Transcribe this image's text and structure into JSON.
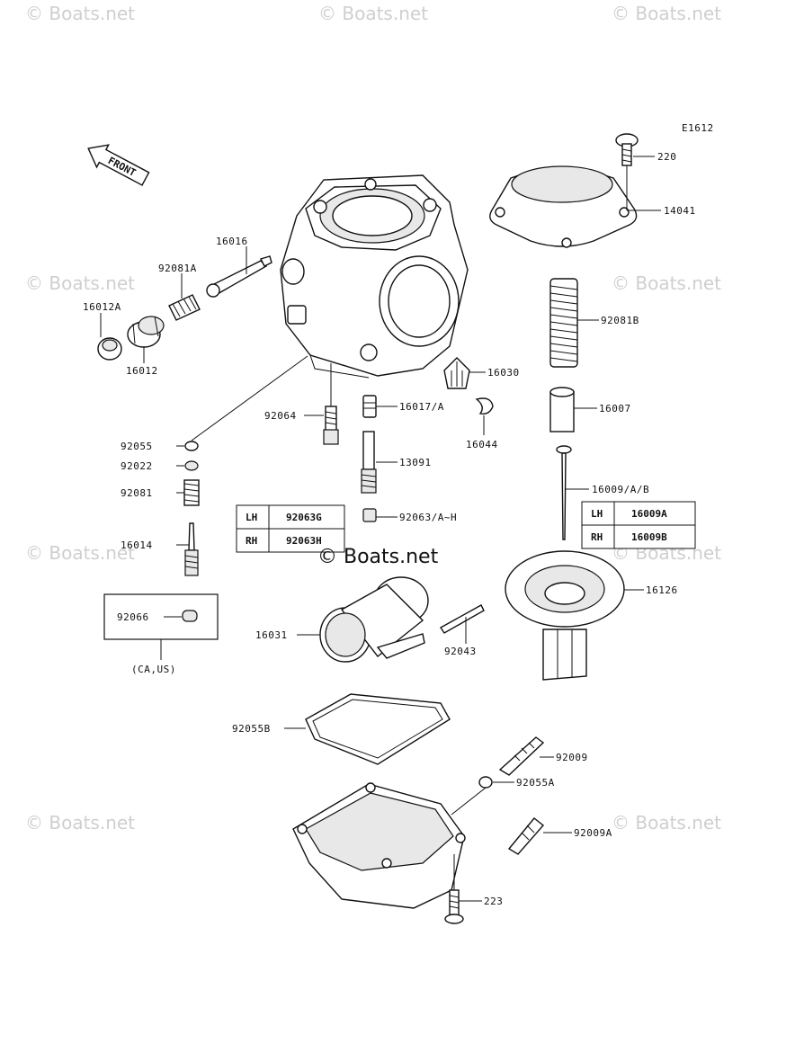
{
  "diagram_code": "E1612",
  "front_label": "FRONT",
  "watermark": "© Boats.net",
  "center_watermark": "© Boats.net",
  "labels": {
    "p220": "220",
    "p14041": "14041",
    "p16016": "16016",
    "p92081A": "92081A",
    "p16012A": "16012A",
    "p16012": "16012",
    "p92081B": "92081B",
    "p16030": "16030",
    "p16017": "16017/A",
    "p16044": "16044",
    "p16007": "16007",
    "p92064": "92064",
    "p92055": "92055",
    "p92022": "92022",
    "p92081": "92081",
    "p16014": "16014",
    "p13091": "13091",
    "p92063": "92063/A~H",
    "p16009": "16009/A/B",
    "p92066": "92066",
    "pCAUS": "(CA,US)",
    "p16031": "16031",
    "p92043": "92043",
    "p16126": "16126",
    "p92055B": "92055B",
    "p92009": "92009",
    "p92055A": "92055A",
    "p92009A": "92009A",
    "p223": "223"
  },
  "table_left": {
    "rows": [
      {
        "side": "LH",
        "part": "92063G"
      },
      {
        "side": "RH",
        "part": "92063H"
      }
    ]
  },
  "table_right": {
    "rows": [
      {
        "side": "LH",
        "part": "16009A"
      },
      {
        "side": "RH",
        "part": "16009B"
      }
    ]
  }
}
